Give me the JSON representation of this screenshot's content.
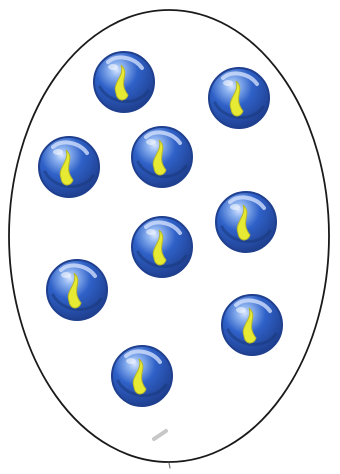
{
  "illustration": {
    "subject": "marbles-in-oval",
    "colors": {
      "background": "#ffffff",
      "outline": "#1a1a1a",
      "marble_dark": "#1f3f8f",
      "marble_mid": "#2f61c8",
      "marble_light": "#8fb4f0",
      "swirl": "#e6ea32",
      "smudge": "#c7c7c7"
    },
    "marbles": [
      {
        "id": 1
      },
      {
        "id": 2
      },
      {
        "id": 3
      },
      {
        "id": 4
      },
      {
        "id": 5
      },
      {
        "id": 6
      },
      {
        "id": 7
      },
      {
        "id": 8
      },
      {
        "id": 9
      }
    ]
  }
}
